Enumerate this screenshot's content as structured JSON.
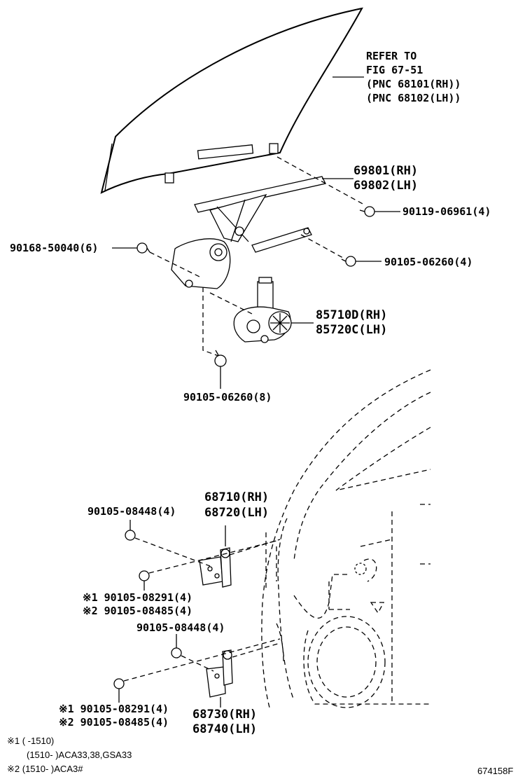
{
  "refer": {
    "line1": "REFER TO",
    "line2": "FIG 67-51",
    "line3": "(PNC 68101(RH))",
    "line4": "(PNC 68102(LH))"
  },
  "parts": {
    "regulator_rh": "69801(RH)",
    "regulator_lh": "69802(LH)",
    "bolt_90119": "90119-06961(4)",
    "bolt_90168": "90168-50040(6)",
    "bolt_90105_06260_a": "90105-06260(4)",
    "motor_rh": "85710D(RH)",
    "motor_lh": "85720C(LH)",
    "bolt_90105_06260_b": "90105-06260(8)",
    "upper_hinge_rh": "68710(RH)",
    "upper_hinge_lh": "68720(LH)",
    "bolt_90105_08448_a": "90105-08448(4)",
    "bolt_08291_a": "※1 90105-08291(4)",
    "bolt_08485_a": "※2 90105-08485(4)",
    "bolt_90105_08448_b": "90105-08448(4)",
    "bolt_08291_b": "※1 90105-08291(4)",
    "bolt_08485_b": "※2 90105-08485(4)",
    "lower_hinge_rh": "68730(RH)",
    "lower_hinge_lh": "68740(LH)"
  },
  "footnotes": {
    "n1": "※1 (      -1510)",
    "n2": "(1510-      )ACA33,38,GSA33",
    "n3": "※2 (1510-      )ACA3#"
  },
  "figure_id": "674158F"
}
